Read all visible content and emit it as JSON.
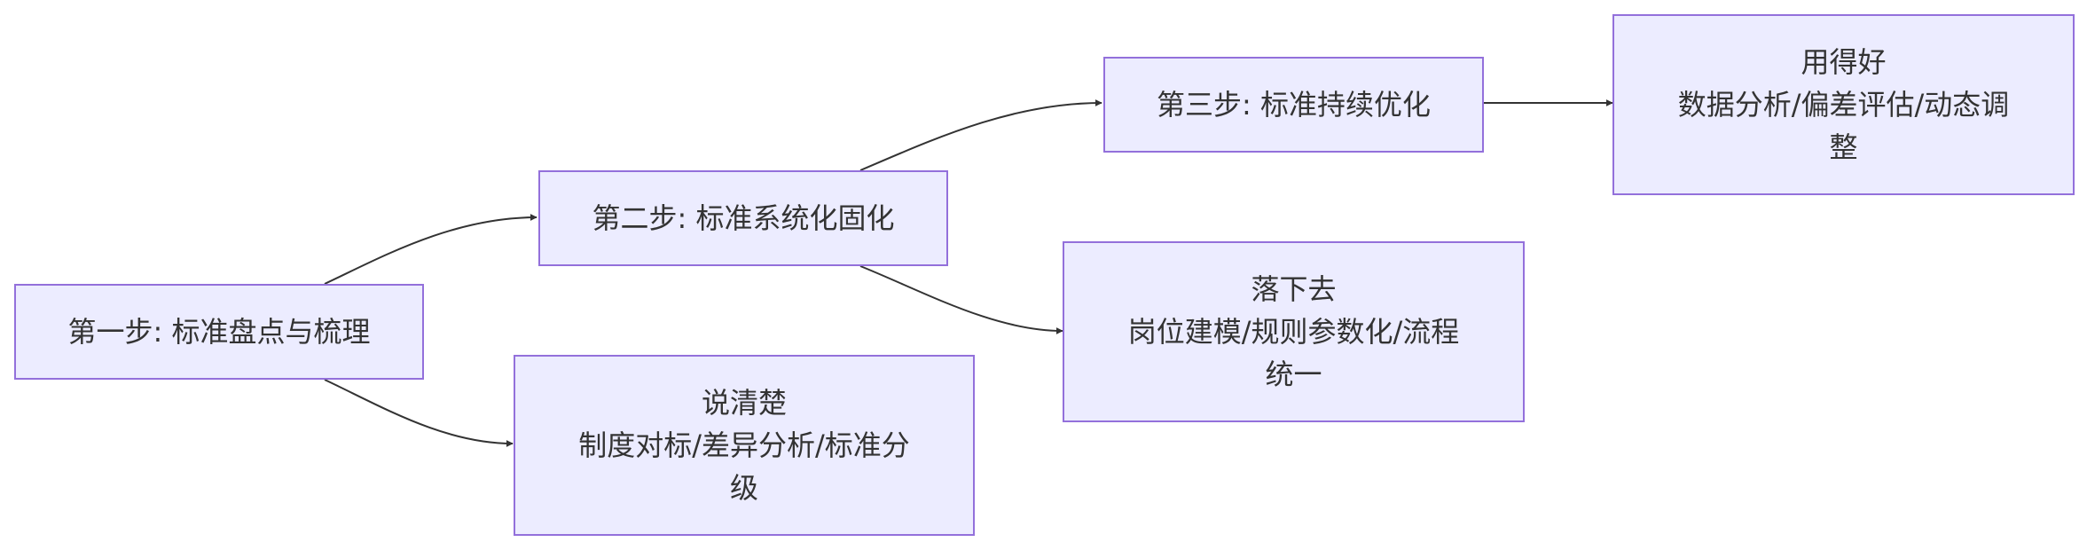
{
  "diagram": {
    "nodes": {
      "step1": {
        "lines": [
          "第一步: 标准盘点与梳理"
        ]
      },
      "step2": {
        "lines": [
          "第二步: 标准系统化固化"
        ]
      },
      "step3": {
        "lines": [
          "第三步: 标准持续优化"
        ]
      },
      "explain": {
        "lines": [
          "说清楚",
          "制度对标/差异分析/标准分",
          "级"
        ]
      },
      "implement": {
        "lines": [
          "落下去",
          "岗位建模/规则参数化/流程",
          "统一"
        ]
      },
      "use": {
        "lines": [
          "用得好",
          "数据分析/偏差评估/动态调",
          "整"
        ]
      }
    },
    "edges": [
      {
        "from": "step1",
        "to": "step2"
      },
      {
        "from": "step1",
        "to": "explain"
      },
      {
        "from": "step2",
        "to": "step3"
      },
      {
        "from": "step2",
        "to": "implement"
      },
      {
        "from": "step3",
        "to": "use"
      }
    ],
    "colors": {
      "node_fill": "#ececff",
      "node_border": "#9370db",
      "edge": "#333333",
      "text": "#333333"
    }
  }
}
